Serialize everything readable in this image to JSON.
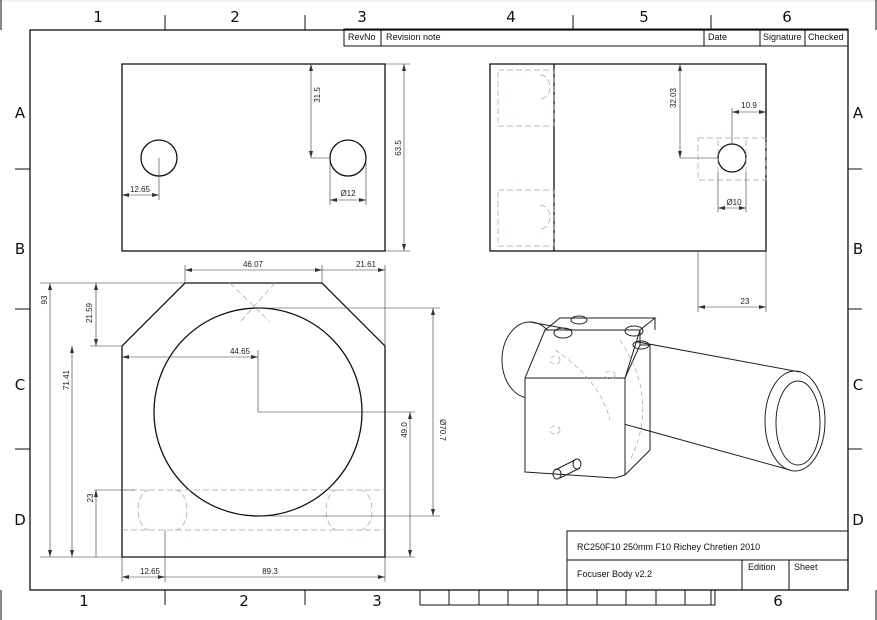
{
  "zones": {
    "columns": [
      "1",
      "2",
      "3",
      "4",
      "5",
      "6"
    ],
    "rows": [
      "A",
      "B",
      "C",
      "D"
    ]
  },
  "revision_table": {
    "revno": "RevNo",
    "note": "Revision note",
    "date": "Date",
    "signature": "Signature",
    "checked": "Checked"
  },
  "dimensions": {
    "top_left": {
      "d1": "31.5",
      "d2": "63.5",
      "d3": "12.65",
      "d4": "Ø12"
    },
    "top_right": {
      "d1": "32.03",
      "d2": "10.9",
      "d3": "Ø10",
      "d4": "23"
    },
    "front": {
      "d1": "46.07",
      "d2": "21.61",
      "d3": "93",
      "d4": "21.59",
      "d5": "71.41",
      "d6": "44.65",
      "d7": "49.0",
      "d8": "Ø70.7",
      "d9": "23",
      "d10": "12.65",
      "d11": "89.3"
    }
  },
  "title_block": {
    "title": "RC250F10  250mm F10 Richey Chretien 2010",
    "part": "Focuser Body v2.2",
    "edition": "Edition",
    "sheet": "Sheet"
  }
}
